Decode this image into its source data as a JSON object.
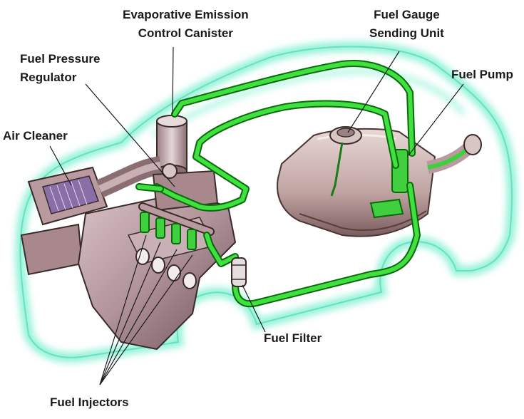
{
  "labels": {
    "evap_line1": "Evaporative Emission",
    "evap_line2": "Control Canister",
    "gauge_line1": "Fuel Gauge",
    "gauge_line2": "Sending Unit",
    "pump": "Fuel Pump",
    "regulator_line1": "Fuel Pressure",
    "regulator_line2": "Regulator",
    "air_cleaner": "Air Cleaner",
    "filter": "Fuel Filter",
    "injectors": "Fuel Injectors"
  },
  "colors": {
    "fuel_line": "#33dd33",
    "fuel_line_edge": "#0a7a0a",
    "car_glow": "#7ff0d0",
    "engine": "#b99a9f",
    "engine_shadow": "#6e5157",
    "tank": "#c4aaa8",
    "tank_shadow": "#7a5c5c",
    "label_text": "#1a1a1a"
  }
}
